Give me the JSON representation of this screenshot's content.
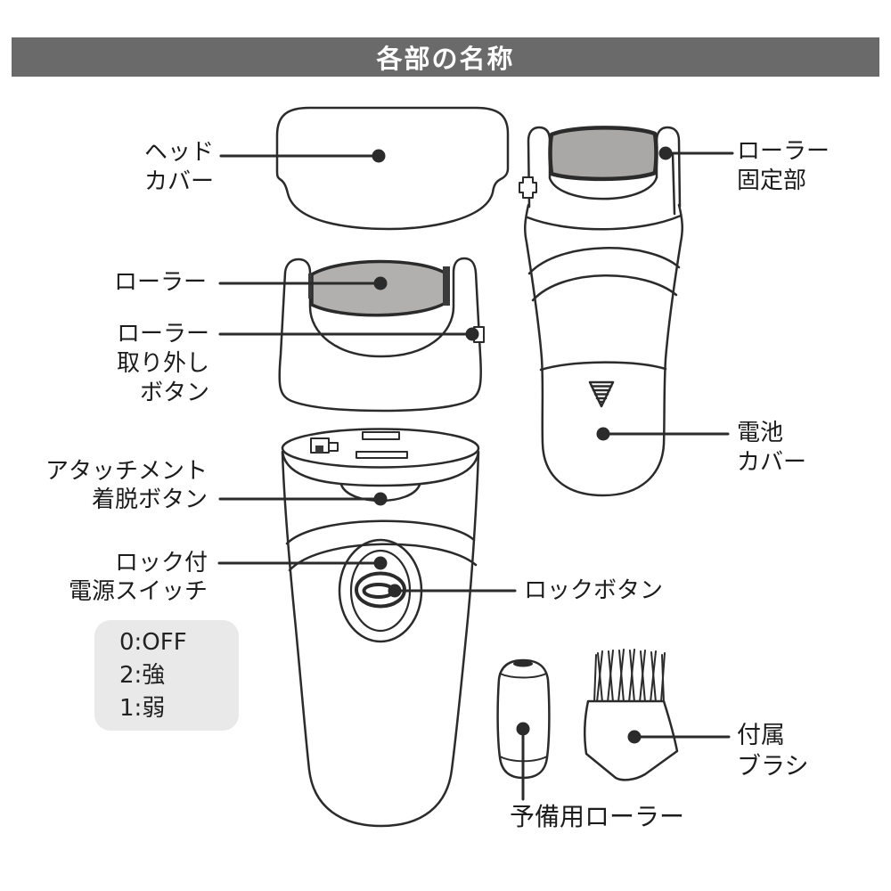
{
  "header": {
    "title": "各部の名称"
  },
  "diagram": {
    "labels": {
      "head_cover": "ヘッド\nカバー",
      "roller": "ローラー",
      "roller_release_button": "ローラー\n取り外し\nボタン",
      "attachment_button": "アタッチメント\n着脱ボタン",
      "lock_power_switch": "ロック付\n電源スイッチ",
      "roller_fixing": "ローラー\n固定部",
      "battery_cover": "電池\nカバー",
      "lock_button": "ロックボタン",
      "spare_roller": "予備用ローラー",
      "included_brush": "付属\nブラシ"
    },
    "switch_legend": "0:OFF\n2:強\n1:弱",
    "colors": {
      "header_bg": "#6a6a6a",
      "header_fg": "#ffffff",
      "line_art": "#2b2b2b",
      "roller_gray": "#b1b0af",
      "roller_gray_back": "#a9a8a7",
      "legend_bg": "#e9e9e9"
    }
  }
}
